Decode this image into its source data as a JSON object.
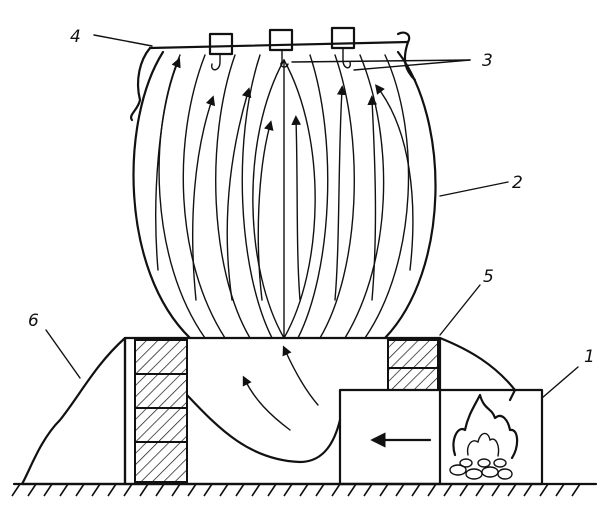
{
  "labels": {
    "one": "1",
    "two": "2",
    "three": "3",
    "four": "4",
    "five": "5",
    "six": "6"
  },
  "colors": {
    "ink": "#111111",
    "paper": "#ffffff"
  },
  "icons": {
    "fire": "fire-icon",
    "arrow": "flow-arrow-icon"
  }
}
